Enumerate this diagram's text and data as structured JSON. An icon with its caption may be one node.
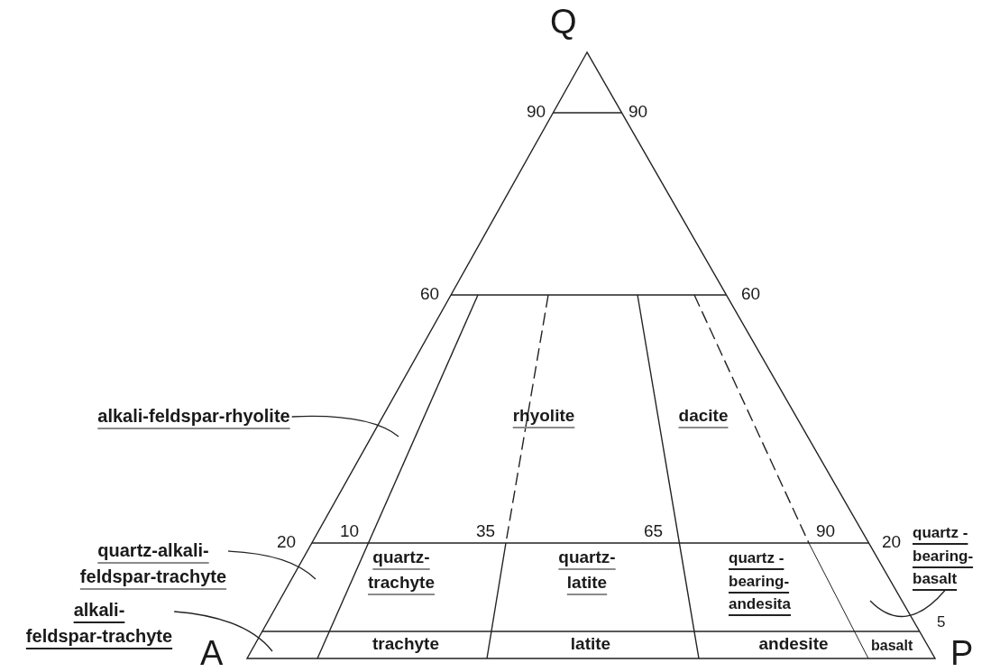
{
  "diagram": {
    "nodes": [
      {
        "text": [
          "alkali-feldspar-rhyolite"
        ]
      },
      {
        "text": [
          "quartz-alkali- feldspar-trachyte"
        ]
      },
      {
        "text": [
          "alkali- feldspar-trachyte"
        ]
      },
      {
        "text": [
          "quartz - bearing- basalt"
        ]
      }
    ],
    "edges": [
      {
        "from": 0,
        "to": null,
        "arrow": "none"
      },
      {
        "from": 1,
        "to": null,
        "arrow": "none"
      },
      {
        "from": 2,
        "to": null,
        "arrow": "none"
      },
      {
        "from": 3,
        "to": null,
        "arrow": "none"
      }
    ],
    "labels": [
      "Q",
      "90",
      "90",
      "60",
      "60",
      "rhyolite",
      "dacite",
      "20",
      "10",
      "35",
      "65",
      "90",
      "20",
      "quartz- trachyte",
      "quartz- latite",
      "quartz - bearing- andesita",
      "5",
      "trachyte",
      "latite",
      "andesite",
      "basalt",
      "A",
      "P"
    ]
  }
}
